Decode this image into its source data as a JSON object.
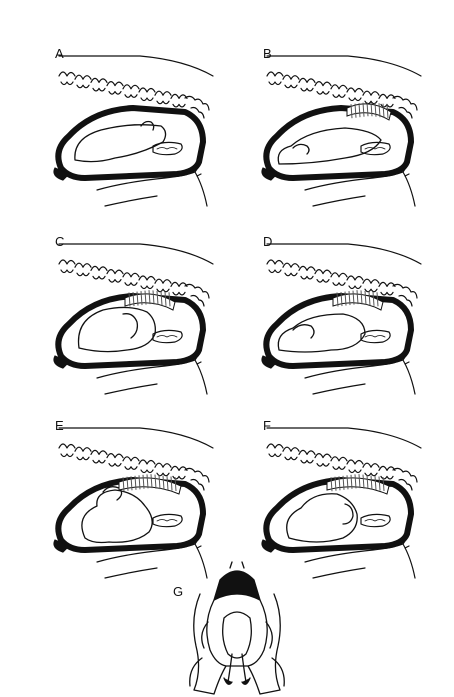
{
  "panels": [
    {
      "label": "A"
    },
    {
      "label": "B"
    },
    {
      "label": "C"
    },
    {
      "label": "D"
    },
    {
      "label": "E"
    },
    {
      "label": "F"
    },
    {
      "label": "G"
    }
  ],
  "colors": {
    "ink": "#111111",
    "paper": "#ffffff",
    "hatch": "#555555"
  }
}
